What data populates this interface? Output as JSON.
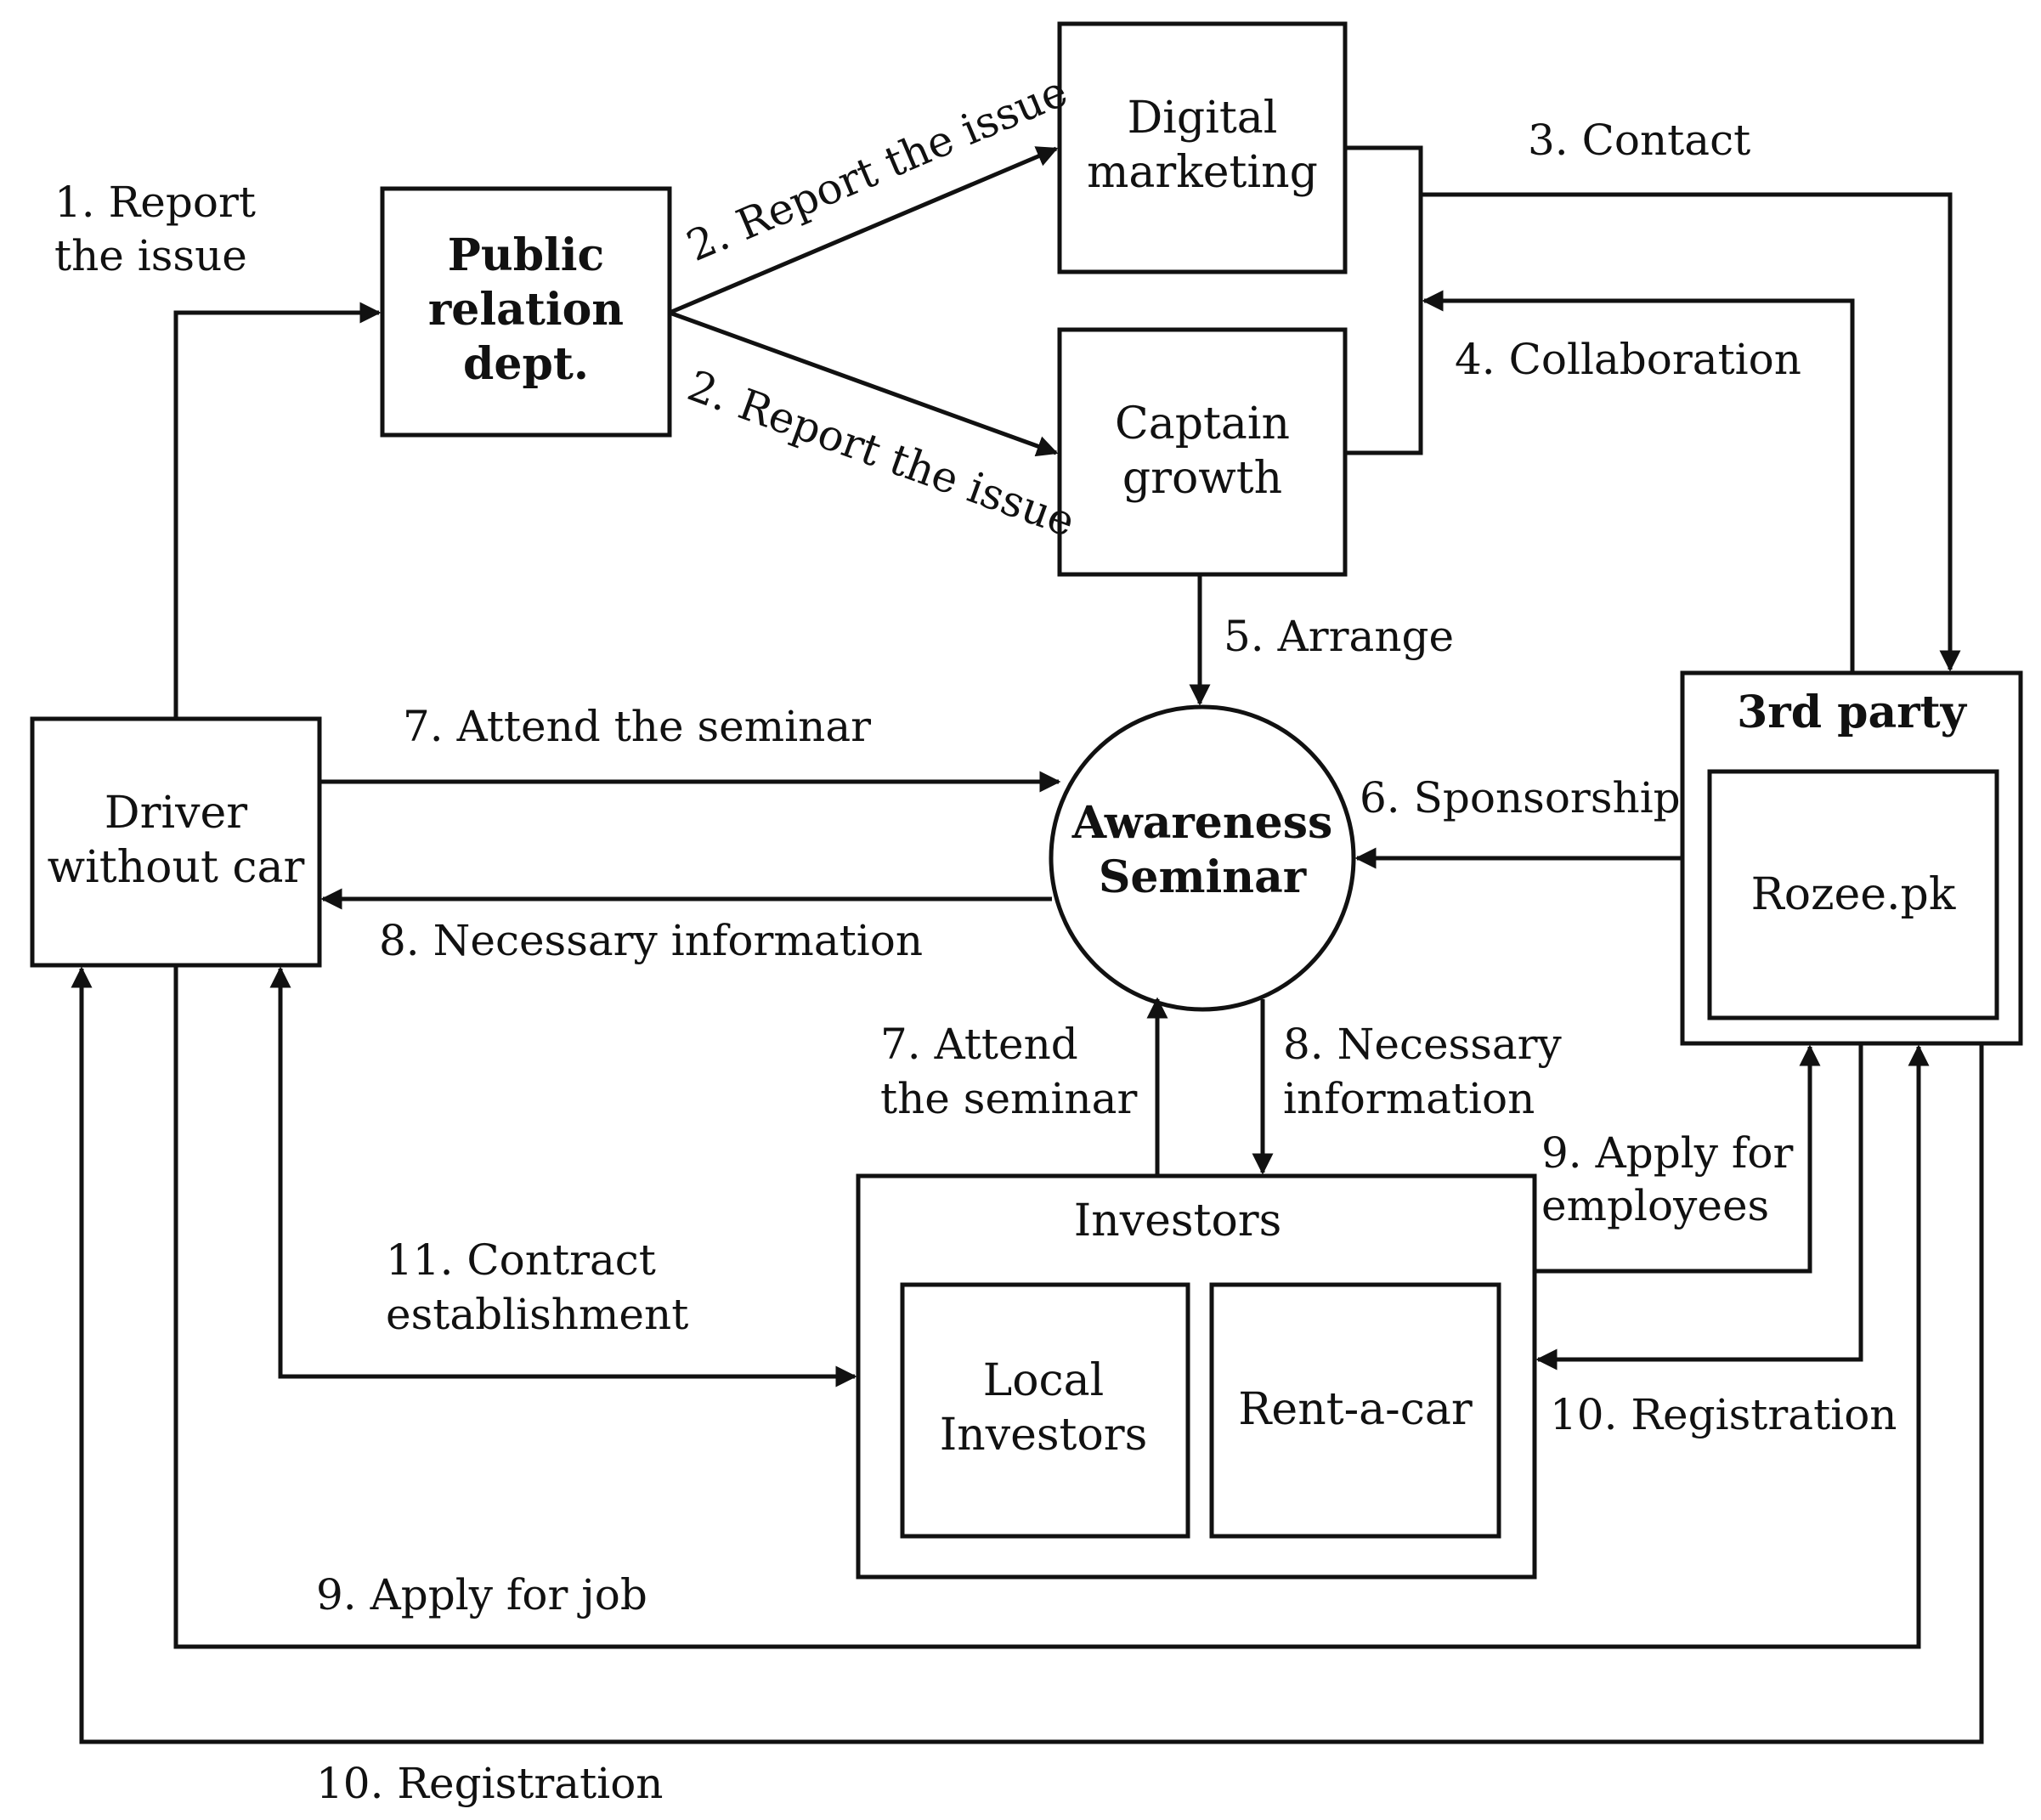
{
  "nodes": {
    "public_relation": {
      "lines": [
        "Public",
        "relation",
        "dept."
      ]
    },
    "digital_marketing": {
      "lines": [
        "Digital",
        "marketing"
      ]
    },
    "captain_growth": {
      "lines": [
        "Captain",
        "growth"
      ]
    },
    "driver": {
      "lines": [
        "Driver",
        "without car"
      ]
    },
    "seminar": {
      "lines": [
        "Awareness",
        "Seminar"
      ]
    },
    "third_party": {
      "title": "3rd party",
      "inner": "Rozee.pk"
    },
    "investors": {
      "title": "Investors",
      "local": [
        "Local",
        "Investors"
      ],
      "rent": "Rent-a-car"
    }
  },
  "edges": {
    "report_issue_1": [
      "1. Report",
      "the issue"
    ],
    "report_issue_2a": "2. Report the issue",
    "report_issue_2b": "2. Report the issue",
    "contact": "3. Contact",
    "collaboration": "4. Collaboration",
    "arrange": "5. Arrange",
    "sponsorship": "6. Sponsorship",
    "attend_seminar_driver": "7. Attend  the seminar",
    "necessary_info_driver": "8. Necessary information",
    "attend_seminar_investors": [
      "7. Attend",
      "the seminar"
    ],
    "necessary_info_investors": [
      "8. Necessary",
      "information"
    ],
    "apply_employees": [
      "9. Apply  for",
      "employees"
    ],
    "registration_investors": "10. Registration",
    "contract": [
      "11. Contract",
      "establishment"
    ],
    "apply_job": "9. Apply  for job",
    "registration_driver": "10. Registration"
  }
}
